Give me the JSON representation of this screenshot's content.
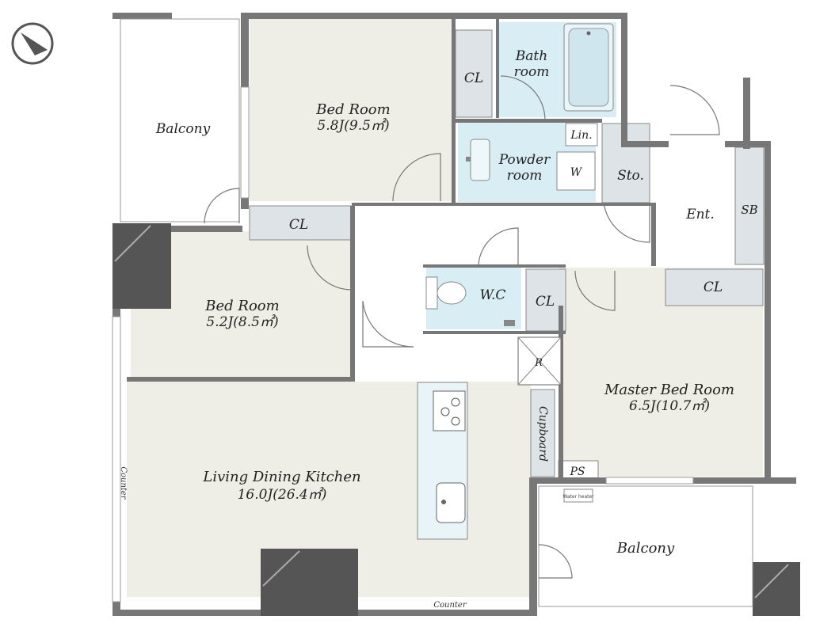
{
  "compass": {
    "icon": "compass-north-icon"
  },
  "rooms": {
    "balcony_west": "Balcony",
    "bed1": {
      "name": "Bed Room",
      "size": "5.8J(9.5㎡)"
    },
    "bath": {
      "line1": "Bath",
      "line2": "room"
    },
    "cl_bath": "CL",
    "lin": "Lin.",
    "powder": {
      "line1": "Powder",
      "line2": "room"
    },
    "washer": "W",
    "sto": "Sto.",
    "ent": "Ent.",
    "sb": "SB",
    "cl_hall": "CL",
    "bed2": {
      "name": "Bed Room",
      "size": "5.2J(8.5㎡)"
    },
    "wc": "W.C",
    "cl_wc": "CL",
    "cl_master": "CL",
    "fridge": "R",
    "master": {
      "name": "Master Bed Room",
      "size": "6.5J(10.7㎡)"
    },
    "cupboard": "Cupboard",
    "ps": "PS",
    "water_heater": "Water heater",
    "ldk": {
      "name": "Living Dining Kitchen",
      "size": "16.0J(26.4㎡)"
    },
    "balcony_south": "Balcony",
    "counter_left": "Counter",
    "counter_bottom": "Counter"
  },
  "colors": {
    "wall": "#777777",
    "room_fill": "#efeee6",
    "wet_fill": "#d9eef4",
    "closet_fill": "#dde3e6",
    "pillar": "#555555"
  }
}
